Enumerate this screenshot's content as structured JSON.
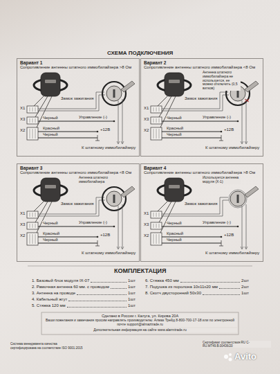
{
  "diagram": {
    "title": "СХЕМА ПОДКЛЮЧЕНИЯ",
    "nodes": [
      {
        "text": [
          "Вариант 1",
          "Сопротивление антенны штатного иммобилайзера >8 Ом"
        ]
      },
      {
        "text": [
          "Вариант 2",
          "Сопротивление антенны штатного иммобилайзера <8 Ом"
        ]
      },
      {
        "text": [
          "Вариант 3",
          "Сопротивление антенны штатного иммобилайзера <8 Ом"
        ]
      },
      {
        "text": [
          "Вариант 4",
          "Сопротивление антенны штатного иммобилайзера >8 Ом"
        ]
      }
    ],
    "labels": [
      "X1",
      "X3",
      "X2",
      "Черный",
      "Красный",
      "Черный",
      "+12В",
      "Управление (-)",
      "Замок зажигания",
      "К штатному иммобилайзеру",
      "X1",
      "X3",
      "X2",
      "Черный",
      "Красный",
      "Черный",
      "+12В",
      "Управление (-)",
      "Замок зажигания",
      "К штатному иммобилайзеру",
      "Антенна штатного иммобилайзера не используется, ее можно отключить (0,5 витков)",
      "X1",
      "X3",
      "X2",
      "Черный",
      "Красный",
      "Черный",
      "+12В",
      "Управление (-)",
      "Замок зажигания",
      "К штатному иммобилайзеру",
      "Антенна штатного иммобилайзера",
      "X1",
      "X3",
      "X2",
      "Черный",
      "Красный",
      "Черный",
      "+12В",
      "Управление (-)",
      "Замок зажигания",
      "К штатному иммобилайзеру",
      "Используется антенна модуля (Х-1)",
      "КОМПЛЕКТАЦИЯ",
      "1. Базовый блок модуля IX-07",
      "1шт",
      "2. Рамочная антенна 60 мм. с проводом",
      "1шт",
      "3. Антенна на проводе",
      "1шт",
      "4. Кабельный жгут",
      "1шт",
      "5. Стяжка 120 мм",
      "1шт",
      "6. Стяжка 450 мм",
      "2шт",
      "7. Подушка из поролона 10х11х20 мм",
      "2шт",
      "8. Скотч двусторонний 50х30",
      "1шт",
      "Сделано в России г. Калуга, ул. Кирова 20А",
      "Ваши пожелания и замечания просим направлять производителю: Алмаз Трейд 8-800-700-17-18 или по электронной почте support@almaztrade.ru",
      "Дополнительная информация на сайте www.alarmtrade.ru",
      "Система менеджмента качества",
      "сертифицирована на соответствие ISO 9001:2015",
      "Сертификат соответствия RU C-RU.МТ49.В.00436/20",
      "Avito"
    ]
  }
}
